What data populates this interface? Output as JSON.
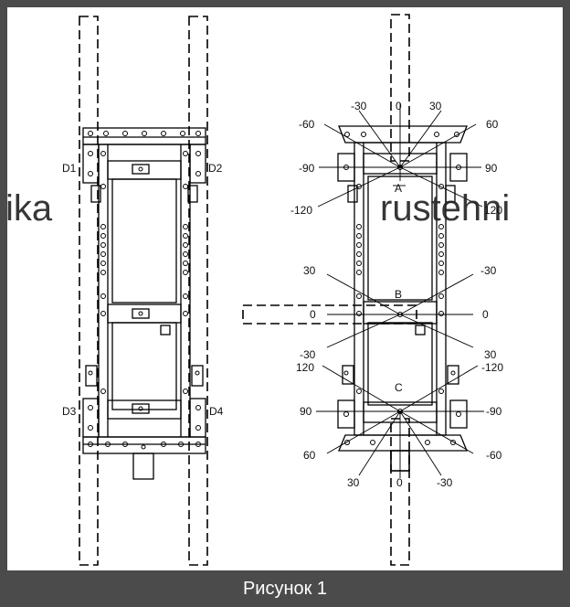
{
  "figure": {
    "caption": "Рисунок 1",
    "watermark_left": "ika",
    "watermark_right": "rustehni"
  },
  "left_view": {
    "labels": {
      "d1": "D1",
      "d2": "D2",
      "d3": "D3",
      "d4": "D4"
    }
  },
  "right_view": {
    "points": {
      "a": "A",
      "b": "B",
      "c": "C"
    },
    "angles_a": {
      "m30": "-30",
      "z": "0",
      "p30": "30",
      "m60": "-60",
      "p60": "60",
      "m90": "-90",
      "p90": "90",
      "m120": "-120",
      "p120": "120"
    },
    "angles_b": {
      "p30": "30",
      "m30": "-30",
      "z_left": "0",
      "z_right": "0",
      "m30b": "-30",
      "p30b": "30"
    },
    "angles_c": {
      "p120": "120",
      "m120": "-120",
      "p90": "90",
      "m90": "-90",
      "p60": "60",
      "m60": "-60",
      "p30": "30",
      "m30": "-30",
      "z": "0"
    }
  }
}
